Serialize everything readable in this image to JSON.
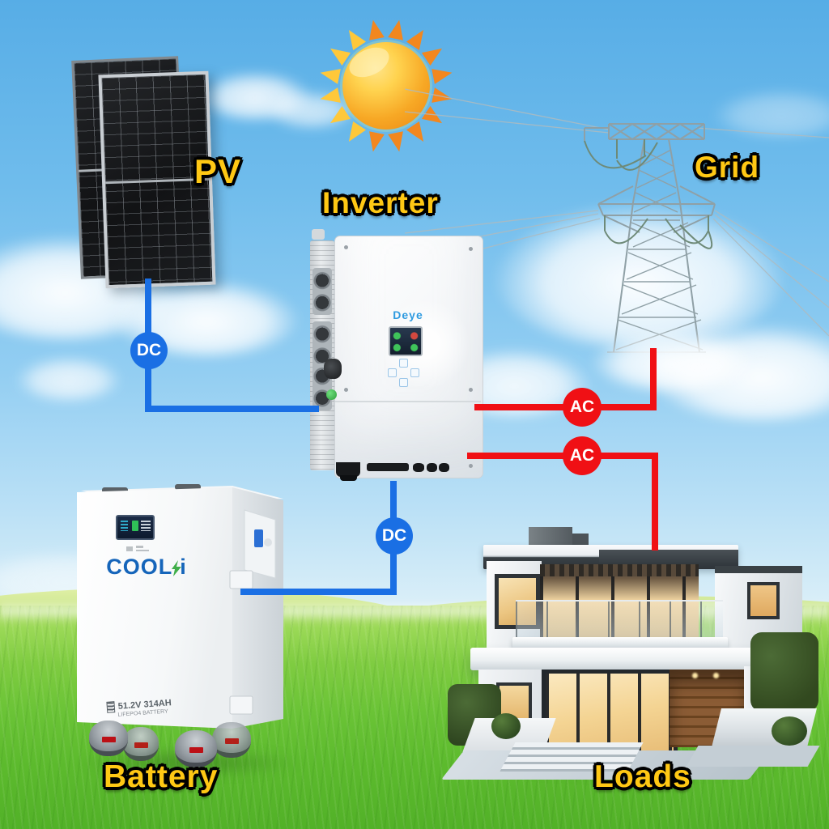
{
  "components": {
    "pv": {
      "label": "PV"
    },
    "inverter": {
      "label": "Inverter",
      "brand": "Deye"
    },
    "grid": {
      "label": "Grid"
    },
    "battery": {
      "label": "Battery",
      "logo": {
        "part1": "COO",
        "part2": "L",
        "part3": "i"
      },
      "spec": {
        "capacity": "51.2V 314AH",
        "type": "LIFEPO4 BATTERY"
      }
    },
    "loads": {
      "label": "Loads"
    }
  },
  "connections": {
    "pv_to_inverter": {
      "label": "DC",
      "color": "#1A6FE4"
    },
    "inverter_to_battery": {
      "label": "DC",
      "color": "#1A6FE4"
    },
    "inverter_to_grid": {
      "label": "AC",
      "color": "#F01015"
    },
    "inverter_to_loads": {
      "label": "AC",
      "color": "#F01015"
    }
  },
  "colors": {
    "label_yellow": "#FFC814",
    "dc_blue": "#1A6FE4",
    "ac_red": "#F01015",
    "sky_blue": "#57ADE6",
    "grass_green": "#6AC336",
    "sun_orange": "#F5A623"
  }
}
